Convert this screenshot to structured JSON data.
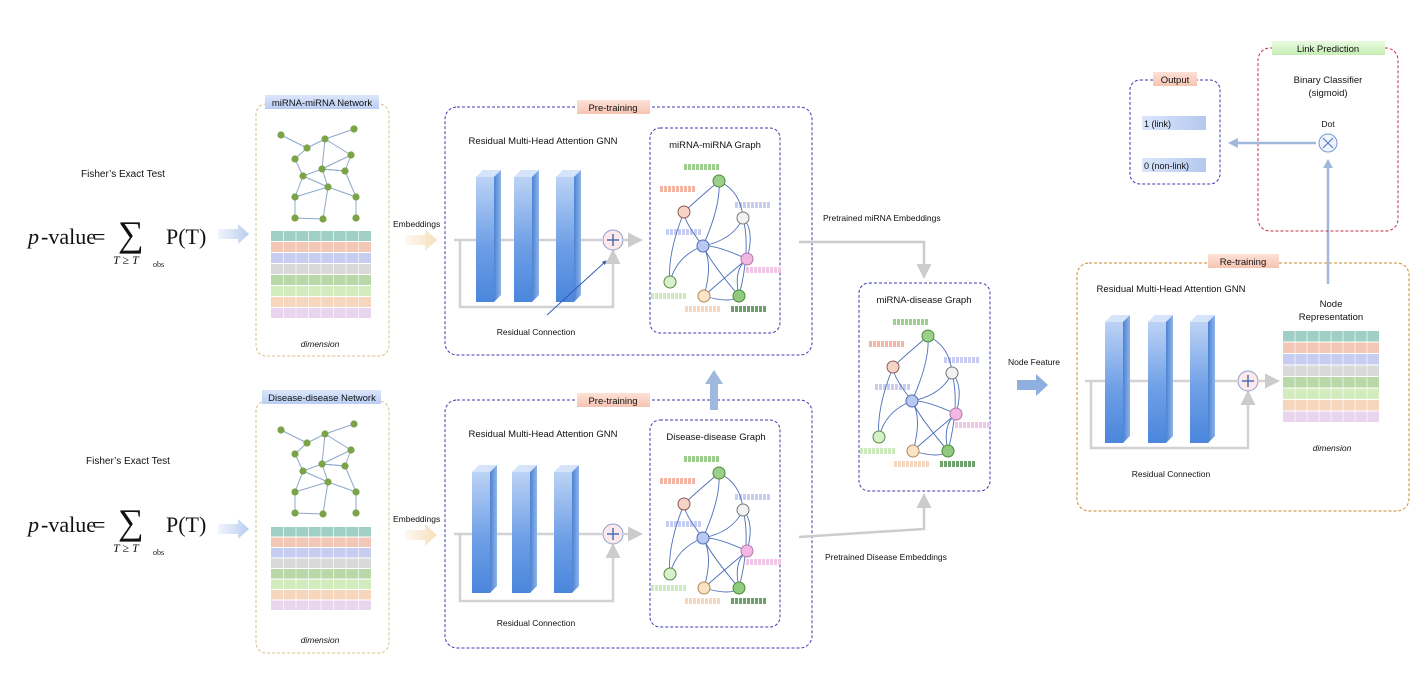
{
  "fisher": {
    "title": "Fisher’s Exact Test",
    "pvalue_label": "p",
    "pvalue_suffix": "-value",
    "equals": "=",
    "sum_symbol": "∑",
    "prob_expr": "P(T)",
    "sum_subscript": "T ≥ T",
    "sum_subscript_sub": "obs"
  },
  "network_panels": {
    "mirna_title": "miRNA-miRNA Network",
    "disease_title": "Disease-disease Network",
    "dimension_label": "dimension"
  },
  "embeddings_label": "Embeddings",
  "pretraining": {
    "title": "Pre-training",
    "gnn_title": "Residual Multi-Head Attention GNN",
    "residual_label": "Residual Connection",
    "mirna_graph_title": "miRNA-miRNA Graph",
    "disease_graph_title": "Disease-disease Graph"
  },
  "pretrained_mirna_label": "Pretrained miRNA Embeddings",
  "pretrained_disease_label": "Pretrained Disease Embeddings",
  "joint_graph_title": "miRNA-disease Graph",
  "node_feature_label": "Node Feature",
  "retraining": {
    "title": "Re-training",
    "gnn_title": "Residual Multi-Head Attention GNN",
    "residual_label": "Residual Connection",
    "node_rep_line1": "Node",
    "node_rep_line2": "Representation",
    "dimension_label": "dimension"
  },
  "link_prediction": {
    "title": "Link Prediction",
    "classifier_line1": "Binary Classifier",
    "classifier_line2": "(sigmoid)",
    "dot_label": "Dot",
    "dot_symbol": "⊗"
  },
  "output": {
    "title": "Output",
    "link_label": "1 (link)",
    "nonlink_label": "0 (non-link)"
  },
  "colors": {
    "pretrain_border": "#3b3bb0",
    "retrain_border": "#cc8a2a",
    "link_border": "#c0304a",
    "network_border": "#d6c08a",
    "arrow_gray": "#cccccc",
    "arrow_blue": "#9fb8dc",
    "node_green": "#7aa447",
    "mirna_tag_bg": "#c9daf8",
    "pretrain_tag_bg": "#f8cfc0",
    "link_tag_bg": "#d6f5c8",
    "output_tag_bg": "#f8cfc0"
  },
  "embedding_row_colors": [
    "#9fcfc5",
    "#f3c7b5",
    "#c6cdf0",
    "#d9d9d9",
    "#b8d8a8",
    "#d3ecbd",
    "#f6d7bd",
    "#ead5ef"
  ]
}
